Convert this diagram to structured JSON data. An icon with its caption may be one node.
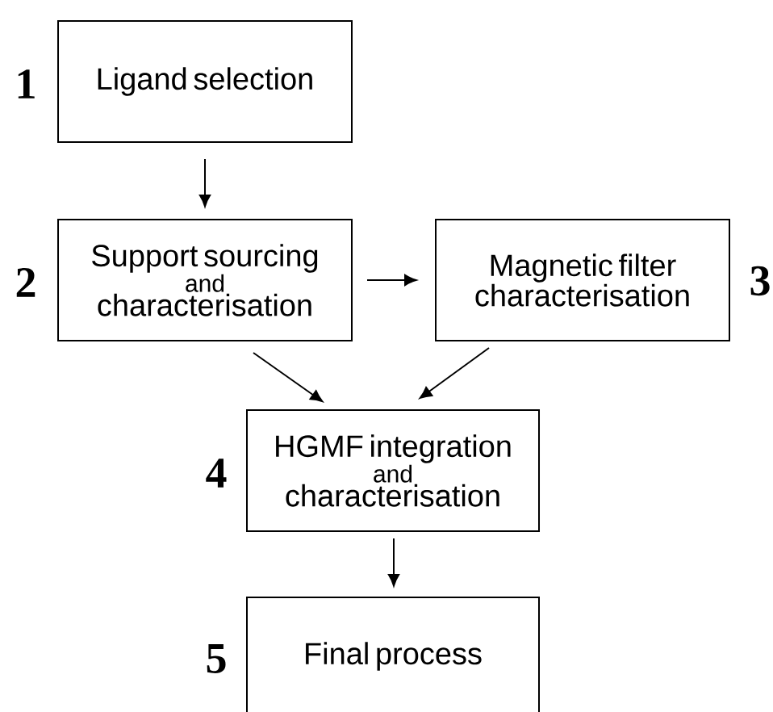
{
  "diagram": {
    "nodes": [
      {
        "text": [
          "Ligand selection"
        ],
        "beside": [
          "1"
        ]
      },
      {
        "text": [
          "Support sourcing",
          "and",
          "characterisation"
        ],
        "beside": [
          "2"
        ]
      },
      {
        "text": [
          "Magnetic filter characterisation"
        ],
        "beside": [
          "3"
        ]
      },
      {
        "text": [
          "HGMF integration",
          "and",
          "characterisation"
        ],
        "beside": [
          "4"
        ]
      },
      {
        "text": [
          "Final process"
        ],
        "beside": [
          "5"
        ]
      }
    ],
    "edges": [
      {
        "from": 0,
        "to": 1,
        "arrow": "to"
      },
      {
        "from": 1,
        "to": 2,
        "arrow": "to"
      },
      {
        "from": 1,
        "to": 3,
        "arrow": "to"
      },
      {
        "from": 2,
        "to": 3,
        "arrow": "to"
      },
      {
        "from": 3,
        "to": 4,
        "arrow": "to"
      }
    ]
  }
}
